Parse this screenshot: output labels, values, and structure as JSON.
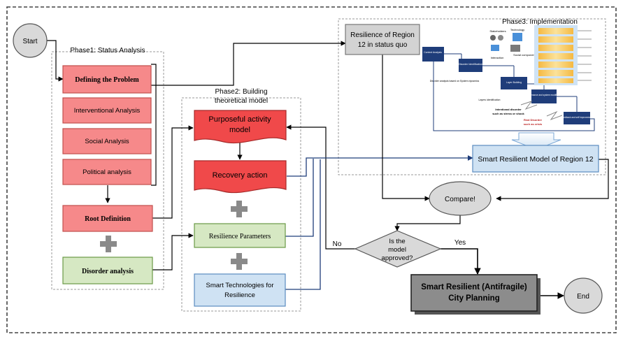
{
  "start_label": "Start",
  "end_label": "End",
  "phase1": {
    "title": "Phase1: Status Analysis",
    "steps": [
      "Defining the Problem",
      "Interventional Analysis",
      "Social Analysis",
      "Political analysis"
    ],
    "root_definition": "Root Definition",
    "disorder_analysis": "Disorder analysis"
  },
  "phase2": {
    "title_line1": "Phase2: Building",
    "title_line2": "theoretical model",
    "purposeful_line1": "Purposeful activity",
    "purposeful_line2": "model",
    "recovery": "Recovery action",
    "resilience_parameters": "Resilience Parameters",
    "smart_tech_line1": "Smart Technologies for",
    "smart_tech_line2": "Resilience"
  },
  "phase3": {
    "title": "Phase3: Implementation",
    "status_quo_line1": "Resilience of Region",
    "status_quo_line2": "12 in status quo",
    "smart_model": "Smart Resilient Model of Region 12",
    "inset": {
      "context_analysis": "Context Analysis",
      "disorder_identification": "Disorder Identification",
      "disorder_note": "Disorder analysis based on System dynamics",
      "layer_building": "Layer Building",
      "layer_identification": "Layers identification",
      "maintenance": "Maintenance and system modification",
      "intentional_line1": "Intentional disorder",
      "intentional_line2": "such as stress or shock",
      "real_line1": "Real Disorder",
      "real_line2": "such as crisis",
      "feedback": "Feedback and self improvement",
      "stakeholders": "Stakeholders",
      "technology": "Technology",
      "interaction": "Interaction",
      "social_components": "Social components"
    }
  },
  "compare_label": "Compare!",
  "decision": {
    "line1": "Is the",
    "line2": "model",
    "line3": "approved?",
    "no_label": "No",
    "yes_label": "Yes"
  },
  "final_line1": "Smart Resilient (Antifragile)",
  "final_line2": "City Planning",
  "colors": {
    "pink_fill": "#f6898a",
    "red_fill": "#f0494a",
    "green_fill": "#d6e8c3",
    "blue_fill": "#cfe2f3",
    "gray_fill": "#d3d3d3",
    "final_fill": "#8c8c8c",
    "inset_navy": "#1f3d7a",
    "inset_yellow": "#f7c948"
  }
}
